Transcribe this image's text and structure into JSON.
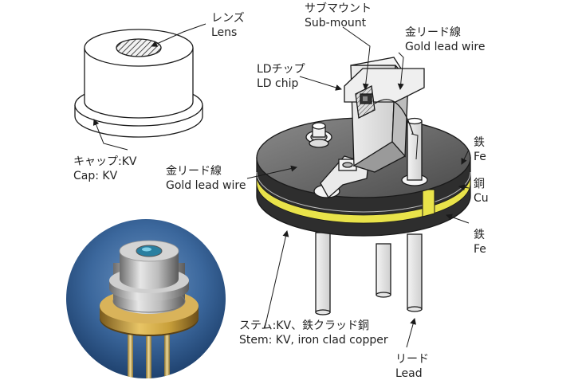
{
  "labels": {
    "lens": {
      "ja": "レンズ",
      "en": "Lens"
    },
    "submount": {
      "ja": "サブマウント",
      "en": "Sub-mount"
    },
    "gold_wire_top": {
      "ja": "金リード線",
      "en": "Gold lead wire"
    },
    "ld_chip": {
      "ja": "LDチップ",
      "en": "LD chip"
    },
    "cap": {
      "ja": "キャップ:KV",
      "en": "Cap: KV"
    },
    "gold_wire_left": {
      "ja": "金リード線",
      "en": "Gold lead wire"
    },
    "iron_top": {
      "ja": "鉄",
      "en": "Fe"
    },
    "copper": {
      "ja": "銅",
      "en": "Cu"
    },
    "iron_bottom": {
      "ja": "鉄",
      "en": "Fe"
    },
    "stem": {
      "ja": "ステム:KV、鉄クラッド銅",
      "en": "Stem: KV, iron clad copper"
    },
    "lead": {
      "ja": "リード",
      "en": "Lead"
    }
  },
  "colors": {
    "line": "#1a1a1a",
    "stem_dark": "#2e2e2e",
    "stem_top": "#6c6c6c",
    "copper_layer": "#e9e34a",
    "photo_bg": "#2d5a8e",
    "gold": "#c9a03a"
  }
}
